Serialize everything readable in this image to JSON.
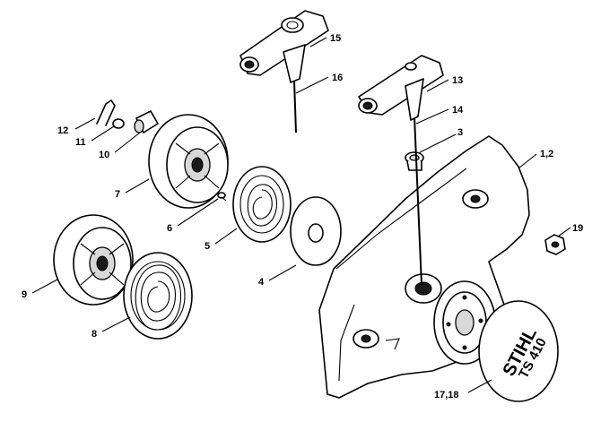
{
  "callouts": {
    "c1_2": "1,2",
    "c3": "3",
    "c4": "4",
    "c5": "5",
    "c6": "6",
    "c7": "7",
    "c8": "8",
    "c9": "9",
    "c10": "10",
    "c11": "11",
    "c12": "12",
    "c13": "13",
    "c14": "14",
    "c15": "15",
    "c16": "16",
    "c17_18": "17,18",
    "c19": "19"
  },
  "cap_logo": {
    "brand": "STIHL",
    "model": "TS 410"
  }
}
